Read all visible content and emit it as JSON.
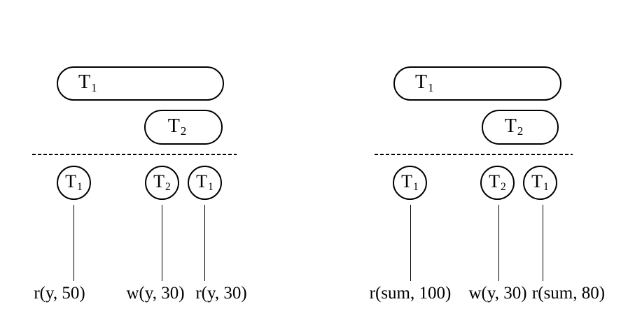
{
  "figure": {
    "diagrams": [
      {
        "side": "left",
        "bars": [
          {
            "t": "T",
            "sub": "1"
          },
          {
            "t": "T",
            "sub": "2"
          }
        ],
        "nodes": [
          {
            "t": "T",
            "sub": "1"
          },
          {
            "t": "T",
            "sub": "2"
          },
          {
            "t": "T",
            "sub": "1"
          }
        ],
        "operations": [
          "r(y, 50)",
          "w(y, 30)",
          "r(y, 30)"
        ]
      },
      {
        "side": "right",
        "bars": [
          {
            "t": "T",
            "sub": "1"
          },
          {
            "t": "T",
            "sub": "2"
          }
        ],
        "nodes": [
          {
            "t": "T",
            "sub": "1"
          },
          {
            "t": "T",
            "sub": "2"
          },
          {
            "t": "T",
            "sub": "1"
          }
        ],
        "operations": [
          "r(sum, 100)",
          "w(y, 30)",
          "r(sum, 80)"
        ]
      }
    ],
    "colors": {
      "ink": "#000000",
      "background": "#ffffff"
    }
  }
}
